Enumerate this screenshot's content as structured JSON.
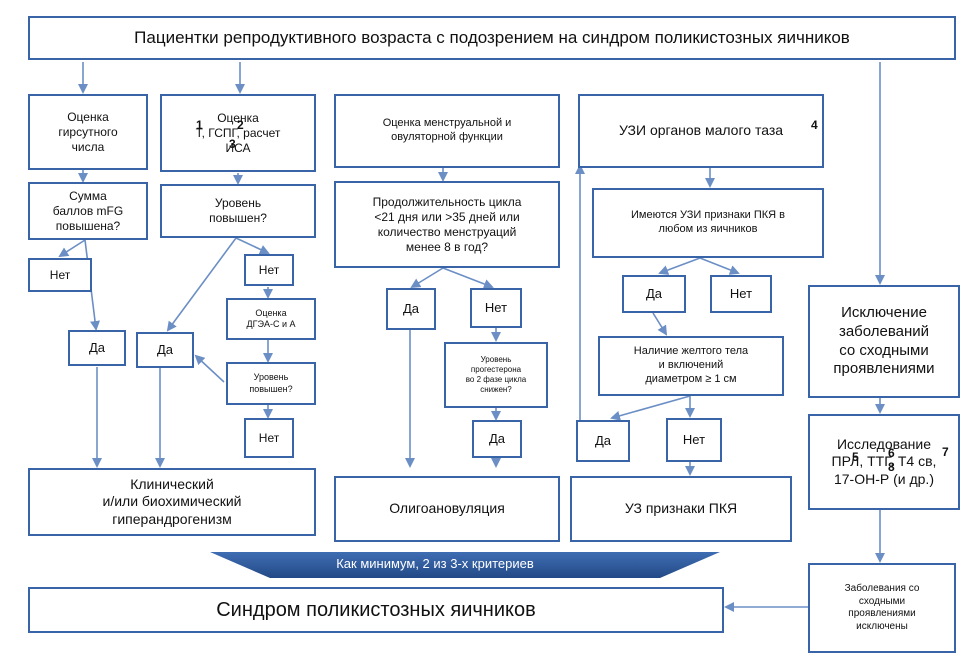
{
  "title": "Пациентки репродуктивного возраста с подозрением на синдром поликистозных яичников",
  "col1": {
    "assess": "Оценка\nгирсутного\nчисла",
    "question": "Сумма\nбаллов mFG\nповышена?",
    "no": "Нет",
    "yes": "Да"
  },
  "col2": {
    "assess": "Оценка\nТ, ГСПГ, расчет\nИСА",
    "sup_t": "1",
    "sup_shbg": "2",
    "sup_fai": "3",
    "question": "Уровень\nповышен?",
    "no1": "Нет",
    "dhea": "Оценка\nДГЭА-С и А",
    "question2": "Уровень\nповышен?",
    "no2": "Нет",
    "yes": "Да"
  },
  "result1": "Клинический\nи/или биохимический\nгиперандрогенизм",
  "col3": {
    "assess": "Оценка менструальной  и\nовуляторной  функции",
    "question": "Продолжительность цикла\n<21 дня или >35 дней или\nколичество менструаций\nменее 8 в год?",
    "yes": "Да",
    "no": "Нет",
    "progesterone": "Уровень\nпрогестерона\nво 2 фазе цикла\nснижен?",
    "yes2": "Да"
  },
  "result2": "Олигоановуляция",
  "col4": {
    "us": "УЗИ органов малого таза",
    "sup_us": "4",
    "question": "Имеются УЗИ признаки ПКЯ в\nлюбом из  яичников",
    "yes": "Да",
    "no": "Нет",
    "corpus": "Наличие  желтого тела\nи включений\nдиаметром ≥ 1 см",
    "yes2": "Да",
    "no2": "Нет"
  },
  "result3": "УЗ признаки ПКЯ",
  "col5": {
    "exclusion": "Исключение\nзаболеваний\nсо сходными\nпроявлениями",
    "tests": "Исследование\nПРЛ, ТТГ, Т4 св,\n17-ОН-Р (и др.)",
    "sup_prl": "5",
    "sup_tsh": "6",
    "sup_t4": "7",
    "sup_17ohp": "8",
    "excluded": "Заболевания  со\nсходными\nпроявлениями\nисключены"
  },
  "banner": "Как минимум, 2 из 3-х критериев",
  "final": "Синдром поликистозных яичников",
  "colors": {
    "border": "#3a64a8",
    "arrow": "#6b8fc5",
    "banner": "#2c5596"
  }
}
